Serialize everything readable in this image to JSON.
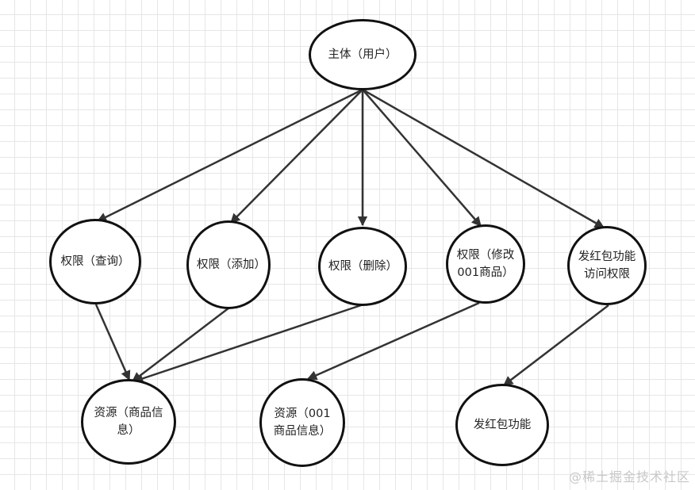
{
  "nodes": {
    "subject": "主体（用户）",
    "perm_query": "权限（查询）",
    "perm_add": "权限（添加）",
    "perm_delete": "权限（删除）",
    "perm_modify": "权限（修改001商品）",
    "perm_redpacket": "发红包功能访问权限",
    "res_goods": "资源（商品信息）",
    "res_goods001": "资源（001商品信息）",
    "res_redpacket": "发红包功能"
  },
  "edges": [
    {
      "from": "subject",
      "to": "perm_query"
    },
    {
      "from": "subject",
      "to": "perm_add"
    },
    {
      "from": "subject",
      "to": "perm_delete"
    },
    {
      "from": "subject",
      "to": "perm_modify"
    },
    {
      "from": "subject",
      "to": "perm_redpacket"
    },
    {
      "from": "perm_query",
      "to": "res_goods"
    },
    {
      "from": "perm_add",
      "to": "res_goods"
    },
    {
      "from": "perm_delete",
      "to": "res_goods"
    },
    {
      "from": "perm_modify",
      "to": "res_goods001"
    },
    {
      "from": "perm_redpacket",
      "to": "res_redpacket"
    }
  ],
  "colors": {
    "stroke": "#333333",
    "node_border": "#111111",
    "grid": "#e6e6e6"
  },
  "watermark": "@稀土掘金技术社区"
}
